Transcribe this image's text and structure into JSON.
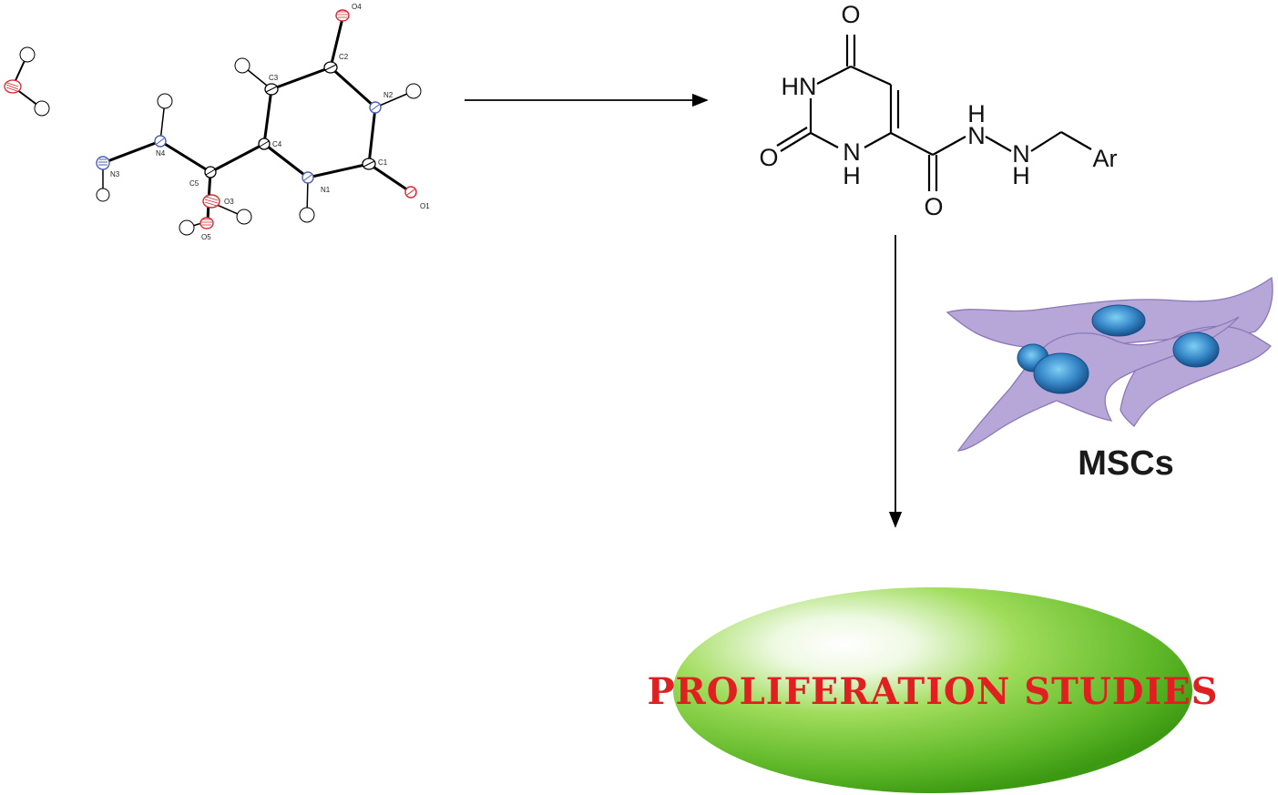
{
  "crystal_structure": {
    "atom_labels": {
      "O4": "O4",
      "C2": "C2",
      "C3": "C3",
      "N2": "N2",
      "C4": "C4",
      "C1": "C1",
      "N4": "N4",
      "N3": "N3",
      "C5": "C5",
      "O3": "O3",
      "O5": "O5",
      "N1": "N1",
      "O1": "O1"
    }
  },
  "product_structure": {
    "labels": {
      "o_top": "O",
      "hn_upper": "HN",
      "o_left": "O",
      "n_ring": "N",
      "h_ring": "H",
      "h_hydrazide": "H",
      "n_hydrazide": "N",
      "n_imine": "N",
      "h_imine": "H",
      "ar": "Ar",
      "o_carbonyl": "O"
    }
  },
  "cells": {
    "label": "MSCs"
  },
  "outcome": {
    "label": "PROLIFERATION STUDIES",
    "colors": {
      "text": "#e02020",
      "ellipse_light": "#ffffff",
      "ellipse_mid": "#8ed94a",
      "ellipse_dark": "#3c9a12"
    }
  },
  "colors": {
    "oxygen": "#d9262c",
    "nitrogen": "#4a5fb8",
    "cell_body": "#b7a6d8",
    "cell_outline": "#8b78b8",
    "nucleus_inner": "#5fb8e6",
    "nucleus_outer": "#15508a"
  }
}
